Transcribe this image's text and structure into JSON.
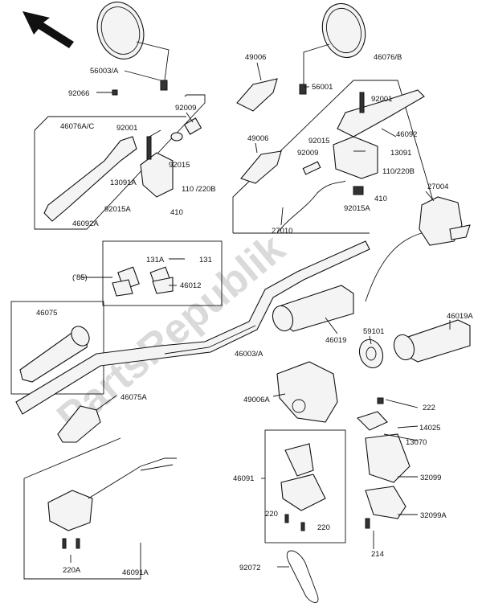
{
  "watermark": "PartsRepublik",
  "labels": {
    "l56003A": "56003/A",
    "l92066": "92066",
    "l49006a": "49006",
    "l56001": "56001",
    "l46076B": "46076/B",
    "l92001a": "92001",
    "l92009a": "92009",
    "l92001b": "92001",
    "l46076AC": "46076A/C",
    "l92015a": "92015",
    "l13091A": "13091A",
    "l110220Ba": "110 /220B",
    "l92015A": "92015A",
    "l410a": "410",
    "l46092A": "46092A",
    "l49006b": "49006",
    "l92015b": "92015",
    "l92009b": "92009",
    "l13091": "13091",
    "l46092": "46092",
    "l110220Bb": "110/220B",
    "l410b": "410",
    "l92015Ab": "92015A",
    "l27004": "27004",
    "l27010": "27010",
    "l131A": "131A",
    "l131": "131",
    "l85": "('85)",
    "l46012": "46012",
    "l46075": "46075",
    "l46003A": "46003/A",
    "l46019": "46019",
    "l46019A": "46019A",
    "l59101": "59101",
    "l49006A": "49006A",
    "l46075A": "46075A",
    "l222": "222",
    "l14025": "14025",
    "l13070": "13070",
    "l46091": "46091",
    "l32099": "32099",
    "l32099A": "32099A",
    "l220a": "220",
    "l220b": "220",
    "l214": "214",
    "l92072": "92072",
    "l220A": "220A",
    "l46091A": "46091A"
  }
}
